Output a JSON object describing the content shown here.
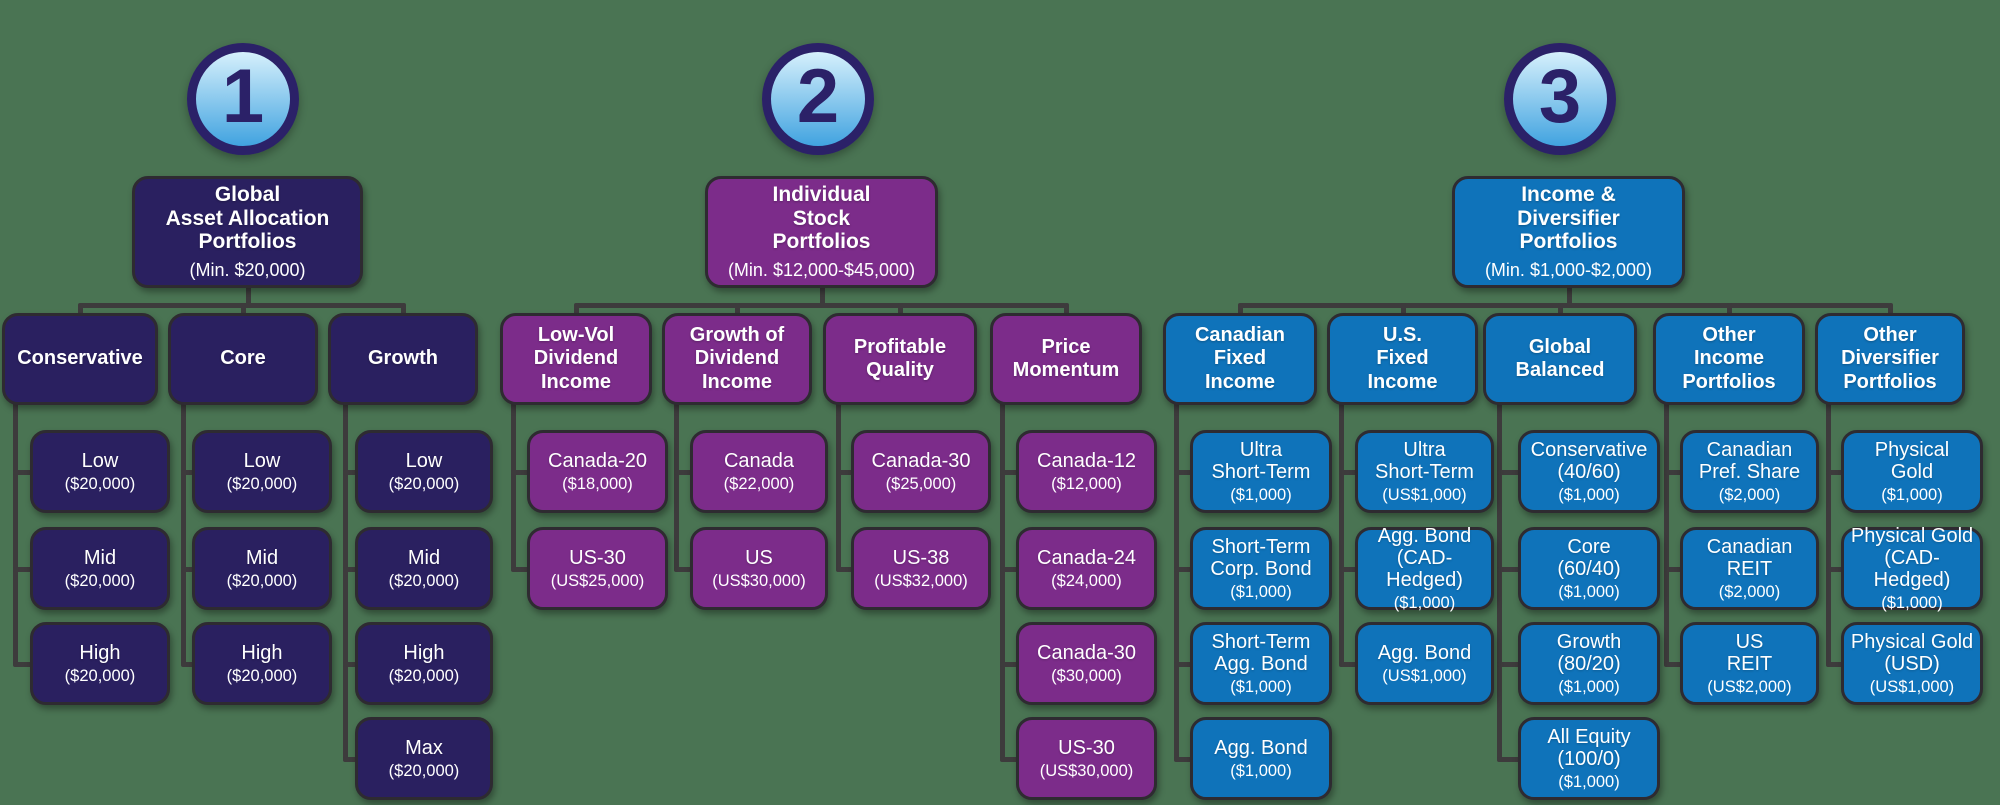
{
  "background_color": "#4a7453",
  "connector_color": "#3d3b3c",
  "badge": {
    "ring_color": "#2b2168",
    "fill_top": "#d6f0fc",
    "fill_bottom": "#41a3e0",
    "number_color": "#2b2168"
  },
  "trees": [
    {
      "number": "1",
      "color": "#2a2060",
      "title": "Global\nAsset Allocation\nPortfolios",
      "minimum": "(Min. $20,000)",
      "categories": [
        {
          "label": "Conservative",
          "leaves": [
            {
              "label": "Low",
              "amount": "($20,000)"
            },
            {
              "label": "Mid",
              "amount": "($20,000)"
            },
            {
              "label": "High",
              "amount": "($20,000)"
            }
          ]
        },
        {
          "label": "Core",
          "leaves": [
            {
              "label": "Low",
              "amount": "($20,000)"
            },
            {
              "label": "Mid",
              "amount": "($20,000)"
            },
            {
              "label": "High",
              "amount": "($20,000)"
            }
          ]
        },
        {
          "label": "Growth",
          "leaves": [
            {
              "label": "Low",
              "amount": "($20,000)"
            },
            {
              "label": "Mid",
              "amount": "($20,000)"
            },
            {
              "label": "High",
              "amount": "($20,000)"
            },
            {
              "label": "Max",
              "amount": "($20,000)"
            }
          ]
        }
      ]
    },
    {
      "number": "2",
      "color": "#7c2c8a",
      "title": "Individual\nStock\nPortfolios",
      "minimum": "(Min. $12,000-$45,000)",
      "categories": [
        {
          "label": "Low-Vol\nDividend\nIncome",
          "leaves": [
            {
              "label": "Canada-20",
              "amount": "($18,000)"
            },
            {
              "label": "US-30",
              "amount": "(US$25,000)"
            }
          ]
        },
        {
          "label": "Growth of\nDividend\nIncome",
          "leaves": [
            {
              "label": "Canada",
              "amount": "($22,000)"
            },
            {
              "label": "US",
              "amount": "(US$30,000)"
            }
          ]
        },
        {
          "label": "Profitable\nQuality",
          "leaves": [
            {
              "label": "Canada-30",
              "amount": "($25,000)"
            },
            {
              "label": "US-38",
              "amount": "(US$32,000)"
            }
          ]
        },
        {
          "label": "Price\nMomentum",
          "leaves": [
            {
              "label": "Canada-12",
              "amount": "($12,000)"
            },
            {
              "label": "Canada-24",
              "amount": "($24,000)"
            },
            {
              "label": "Canada-30",
              "amount": "($30,000)"
            },
            {
              "label": "US-30",
              "amount": "(US$30,000)"
            }
          ]
        }
      ]
    },
    {
      "number": "3",
      "color": "#0f73ba",
      "title": "Income &\nDiversifier\nPortfolios",
      "minimum": "(Min. $1,000-$2,000)",
      "categories": [
        {
          "label": "Canadian\nFixed\nIncome",
          "leaves": [
            {
              "label": "Ultra\nShort-Term",
              "amount": "($1,000)"
            },
            {
              "label": "Short-Term\nCorp. Bond",
              "amount": "($1,000)"
            },
            {
              "label": "Short-Term\nAgg. Bond",
              "amount": "($1,000)"
            },
            {
              "label": "Agg. Bond",
              "amount": "($1,000)"
            }
          ]
        },
        {
          "label": "U.S.\nFixed\nIncome",
          "leaves": [
            {
              "label": "Ultra\nShort-Term",
              "amount": "(US$1,000)"
            },
            {
              "label": "Agg. Bond\n(CAD-Hedged)",
              "amount": "($1,000)"
            },
            {
              "label": "Agg. Bond",
              "amount": "(US$1,000)"
            }
          ]
        },
        {
          "label": "Global\nBalanced",
          "leaves": [
            {
              "label": "Conservative\n(40/60)",
              "amount": "($1,000)"
            },
            {
              "label": "Core\n(60/40)",
              "amount": "($1,000)"
            },
            {
              "label": "Growth\n(80/20)",
              "amount": "($1,000)"
            },
            {
              "label": "All Equity\n(100/0)",
              "amount": "($1,000)"
            }
          ]
        },
        {
          "label": "Other\nIncome\nPortfolios",
          "leaves": [
            {
              "label": "Canadian\nPref. Share",
              "amount": "($2,000)"
            },
            {
              "label": "Canadian\nREIT",
              "amount": "($2,000)"
            },
            {
              "label": "US\nREIT",
              "amount": "(US$2,000)"
            }
          ]
        },
        {
          "label": "Other\nDiversifier\nPortfolios",
          "leaves": [
            {
              "label": "Physical\nGold",
              "amount": "($1,000)"
            },
            {
              "label": "Physical Gold\n(CAD-Hedged)",
              "amount": "($1,000)"
            },
            {
              "label": "Physical Gold\n(USD)",
              "amount": "(US$1,000)"
            }
          ]
        }
      ]
    }
  ]
}
